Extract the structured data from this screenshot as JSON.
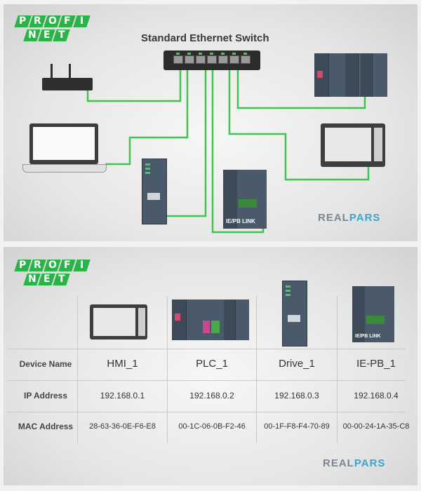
{
  "logo": {
    "row1": [
      "P",
      "R",
      "O",
      "F",
      "I"
    ],
    "row2": [
      "N",
      "E",
      "T"
    ]
  },
  "top": {
    "switch_title": "Standard Ethernet Switch",
    "iepb_label": "IE/PB LINK"
  },
  "brand": {
    "real": "REAL",
    "pars": "PARS"
  },
  "table": {
    "row_labels": [
      "Device Name",
      "IP Address",
      "MAC Address"
    ],
    "iepb_label": "IE/PB LINK",
    "devices": [
      {
        "name": "HMI_1",
        "ip": "192.168.0.1",
        "mac": "28-63-36-0E-F6-E8"
      },
      {
        "name": "PLC_1",
        "ip": "192.168.0.2",
        "mac": "00-1C-06-0B-F2-46"
      },
      {
        "name": "Drive_1",
        "ip": "192.168.0.3",
        "mac": "00-1F-F8-F4-70-89"
      },
      {
        "name": "IE-PB_1",
        "ip": "192.168.0.4",
        "mac": "00-00-24-1A-35-C8"
      }
    ]
  },
  "colors": {
    "wire": "#3ec44f",
    "logo_green": "#2bb34a",
    "pars_blue": "#3aa6c9"
  }
}
